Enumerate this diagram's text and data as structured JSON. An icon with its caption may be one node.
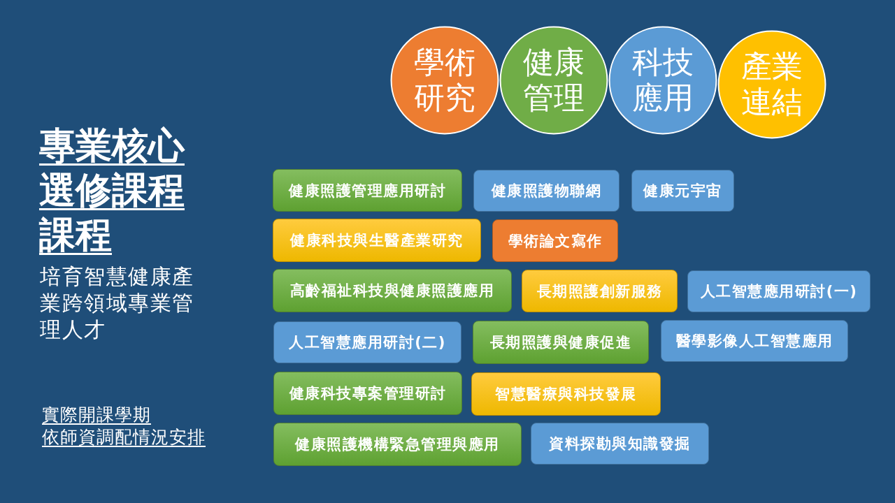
{
  "diagram": {
    "title": "專業核心選修課程課程",
    "nodes": [
      {
        "text": [
          "學術研究"
        ]
      },
      {
        "text": [
          "健康管理"
        ]
      },
      {
        "text": [
          "科技應用"
        ]
      },
      {
        "text": [
          "產業連結"
        ]
      },
      {
        "text": [
          "健康照護管理應用研討"
        ]
      },
      {
        "text": [
          "健康照護物聯網"
        ]
      },
      {
        "text": [
          "健康元宇宙"
        ]
      },
      {
        "text": [
          "健康科技與生醫產業研究"
        ]
      },
      {
        "text": [
          "學術論文寫作"
        ]
      },
      {
        "text": [
          "高齡福祉科技與健康照護應用"
        ]
      },
      {
        "text": [
          "長期照護創新服務"
        ]
      },
      {
        "text": [
          "人工智慧應用研討(一)"
        ]
      },
      {
        "text": [
          "人工智慧應用研討(二)"
        ]
      },
      {
        "text": [
          "長期照護與健康促進"
        ]
      },
      {
        "text": [
          "醫學影像人工智慧應用"
        ]
      },
      {
        "text": [
          "健康科技專案管理研討"
        ]
      },
      {
        "text": [
          "智慧醫療與科技發展"
        ]
      },
      {
        "text": [
          "健康照護機構緊急管理與應用"
        ]
      },
      {
        "text": [
          "資料探勘與知識發掘"
        ]
      }
    ],
    "labels": [
      "培育智慧健康產業跨領域專業管理人才",
      "實際開課學期依師資調配情況安排"
    ]
  }
}
